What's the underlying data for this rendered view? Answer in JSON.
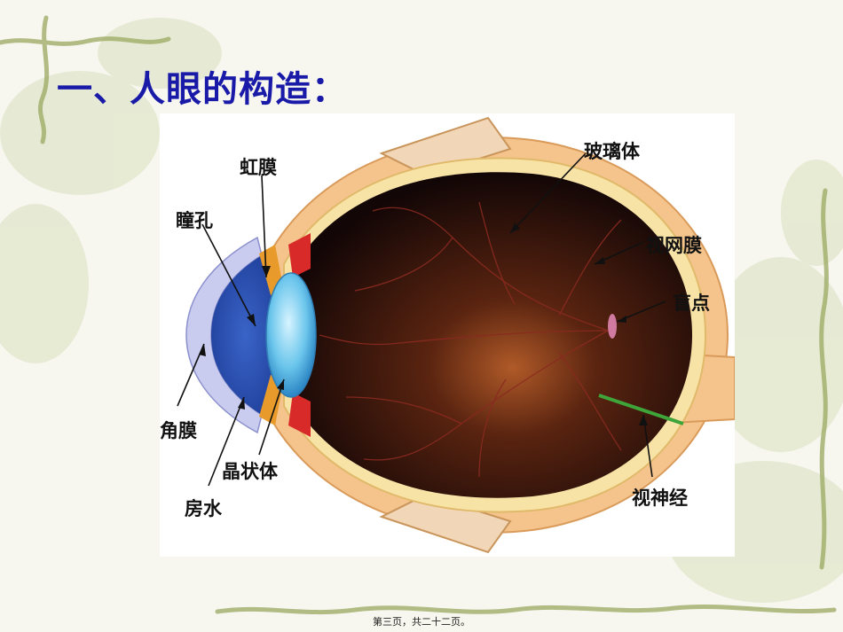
{
  "slide": {
    "title": "一、人眼的构造：",
    "footer": "第三页，共二十二页。"
  },
  "diagram": {
    "labels": {
      "iris": "虹膜",
      "pupil": "瞳孔",
      "cornea": "角膜",
      "lens": "晶状体",
      "aqueous_humor": "房水",
      "vitreous_body": "玻璃体",
      "retina": "视网膜",
      "blind_spot": "盲点",
      "optic_nerve": "视神经"
    }
  }
}
